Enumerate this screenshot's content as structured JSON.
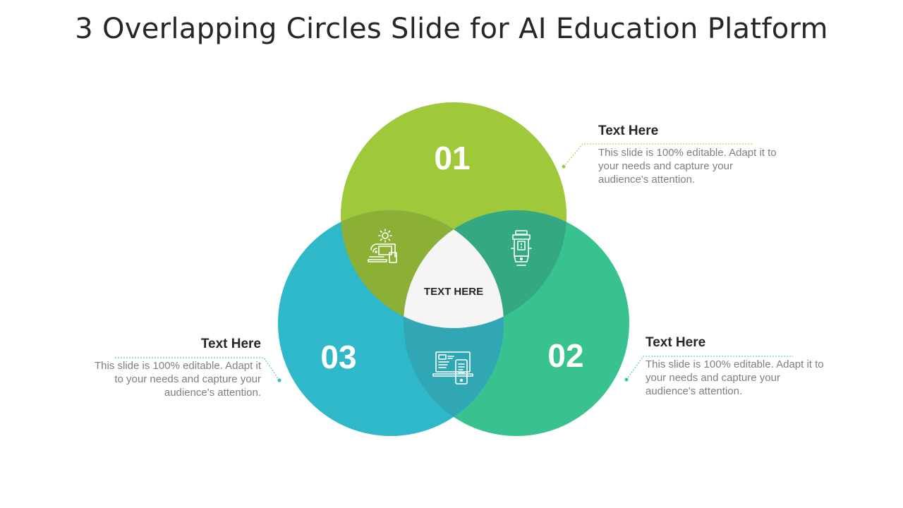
{
  "title": "3 Overlapping Circles Slide for AI Education Platform",
  "center_label": "TEXT HERE",
  "circles": [
    {
      "number": "01",
      "color": "#9fc93a"
    },
    {
      "number": "02",
      "color": "#37c28f"
    },
    {
      "number": "03",
      "color": "#2fb8c9"
    }
  ],
  "overlap_colors": {
    "01-03": "#8cb035",
    "01-02": "#33a883",
    "02-03": "#31a7b5",
    "center": "#f5f5f5"
  },
  "icons": [
    "laptop-gear-icon",
    "robot-icon",
    "devices-icon"
  ],
  "callouts": [
    {
      "id": "01",
      "heading": "Text Here",
      "body": "This slide is 100% editable. Adapt it to your needs and capture your audience's attention.",
      "accent": "#9fc93a"
    },
    {
      "id": "02",
      "heading": "Text Here",
      "body": "This slide is 100% editable. Adapt it to your needs and capture your audience's attention.",
      "accent": "#37c28f"
    },
    {
      "id": "03",
      "heading": "Text Here",
      "body": "This slide is 100% editable. Adapt it to your needs and capture your audience's attention.",
      "accent": "#2fb8c9"
    }
  ]
}
